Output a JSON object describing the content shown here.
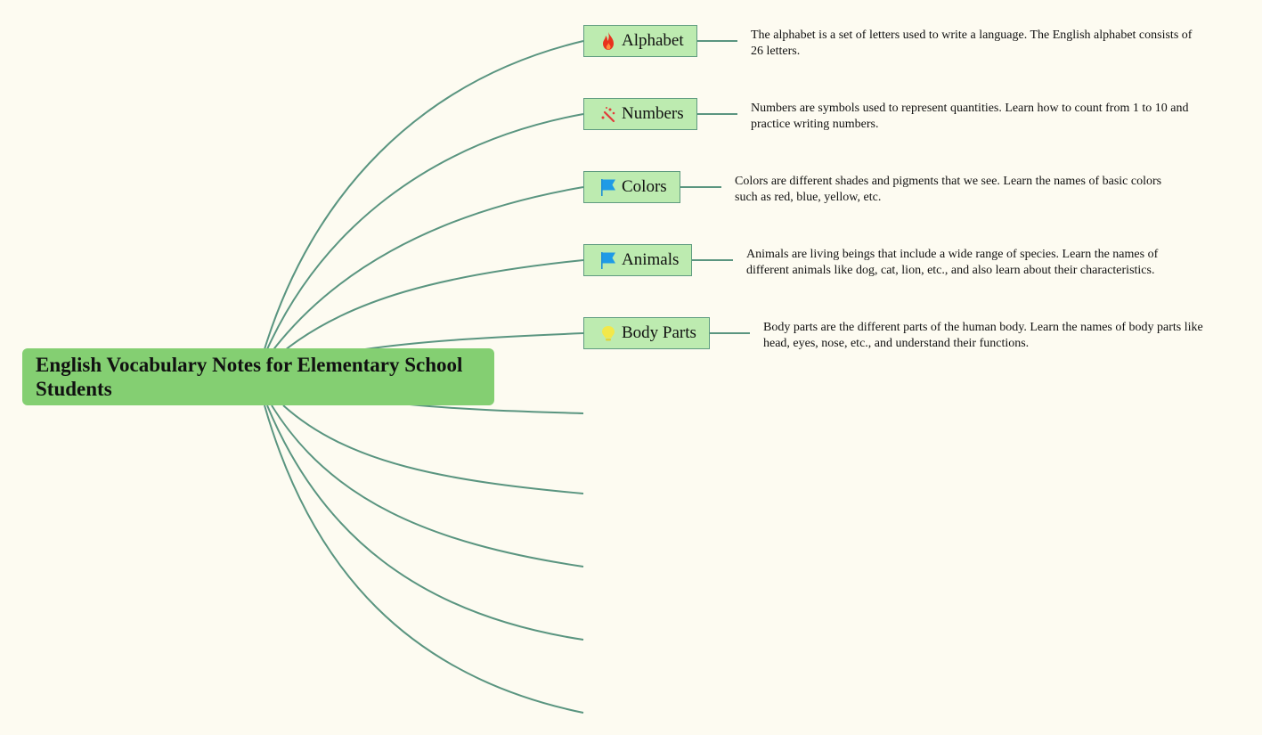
{
  "root": {
    "title": "English Vocabulary Notes for Elementary School Students"
  },
  "topics": [
    {
      "label": "Alphabet",
      "icon": "fire-icon",
      "description": "The alphabet is a set of letters used to write a language. The English alphabet consists of 26 letters."
    },
    {
      "label": "Numbers",
      "icon": "sparkle-wand-icon",
      "description": "Numbers are symbols used to represent quantities. Learn how to count from 1 to 10 and practice writing numbers."
    },
    {
      "label": "Colors",
      "icon": "blue-flag-icon",
      "description": "Colors are different shades and pigments that we see. Learn the names of basic colors such as red, blue, yellow, etc."
    },
    {
      "label": "Animals",
      "icon": "blue-flag-icon",
      "description": "Animals are living beings that include a wide range of species. Learn the names of different animals like dog, cat, lion, etc., and also learn about their characteristics."
    },
    {
      "label": "Body Parts",
      "icon": "lightbulb-icon",
      "description": "Body parts are the different parts of the human body. Learn the names of body parts like head, eyes, nose, etc., and understand their functions."
    }
  ],
  "colors": {
    "background": "#fdfbf1",
    "root": "#84cf72",
    "node": "#bdebb0",
    "line": "#5a9580"
  }
}
